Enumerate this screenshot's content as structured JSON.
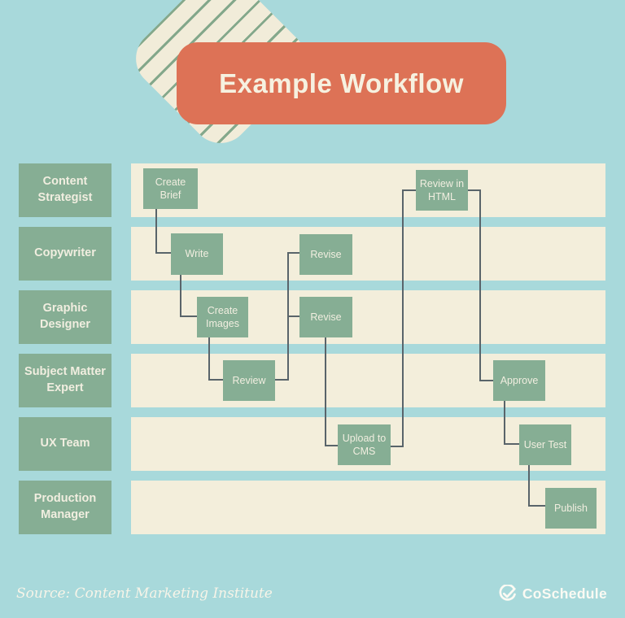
{
  "title": "Example Workflow",
  "roles": [
    {
      "label": "Content Strategist"
    },
    {
      "label": "Copywriter"
    },
    {
      "label": "Graphic Designer"
    },
    {
      "label": "Subject Matter Expert"
    },
    {
      "label": "UX Team"
    },
    {
      "label": "Production Manager"
    }
  ],
  "nodes": [
    {
      "id": "create-brief",
      "label": "Create Brief",
      "lane": "Content Strategist"
    },
    {
      "id": "write",
      "label": "Write",
      "lane": "Copywriter"
    },
    {
      "id": "revise-copy",
      "label": "Revise",
      "lane": "Copywriter"
    },
    {
      "id": "create-images",
      "label": "Create Images",
      "lane": "Graphic Designer"
    },
    {
      "id": "revise-design",
      "label": "Revise",
      "lane": "Graphic Designer"
    },
    {
      "id": "review",
      "label": "Review",
      "lane": "Subject Matter Expert"
    },
    {
      "id": "review-in-html",
      "label": "Review in HTML",
      "lane": "Content Strategist"
    },
    {
      "id": "upload-to-cms",
      "label": "Upload to CMS",
      "lane": "UX Team"
    },
    {
      "id": "approve",
      "label": "Approve",
      "lane": "Subject Matter Expert"
    },
    {
      "id": "user-test",
      "label": "User Test",
      "lane": "UX Team"
    },
    {
      "id": "publish",
      "label": "Publish",
      "lane": "Production Manager"
    }
  ],
  "edges": [
    {
      "from": "create-brief",
      "to": "write"
    },
    {
      "from": "write",
      "to": "create-images"
    },
    {
      "from": "create-images",
      "to": "review"
    },
    {
      "from": "review",
      "to": "revise-copy"
    },
    {
      "from": "review",
      "to": "revise-design"
    },
    {
      "from": "revise-design",
      "to": "upload-to-cms"
    },
    {
      "from": "upload-to-cms",
      "to": "review-in-html"
    },
    {
      "from": "review-in-html",
      "to": "approve"
    },
    {
      "from": "approve",
      "to": "user-test"
    },
    {
      "from": "user-test",
      "to": "publish"
    }
  ],
  "footer": {
    "source": "Source: Content Marketing Institute",
    "brand": "CoSchedule",
    "brand_icon": "circle-check-icon"
  },
  "colors": {
    "background": "#a8d9db",
    "lane": "#f3eedb",
    "node_green": "#86ae94",
    "banner_coral": "#dd7256",
    "connector": "#59646a",
    "stripe_green": "#84a88b",
    "text_light": "#f1eee0"
  }
}
